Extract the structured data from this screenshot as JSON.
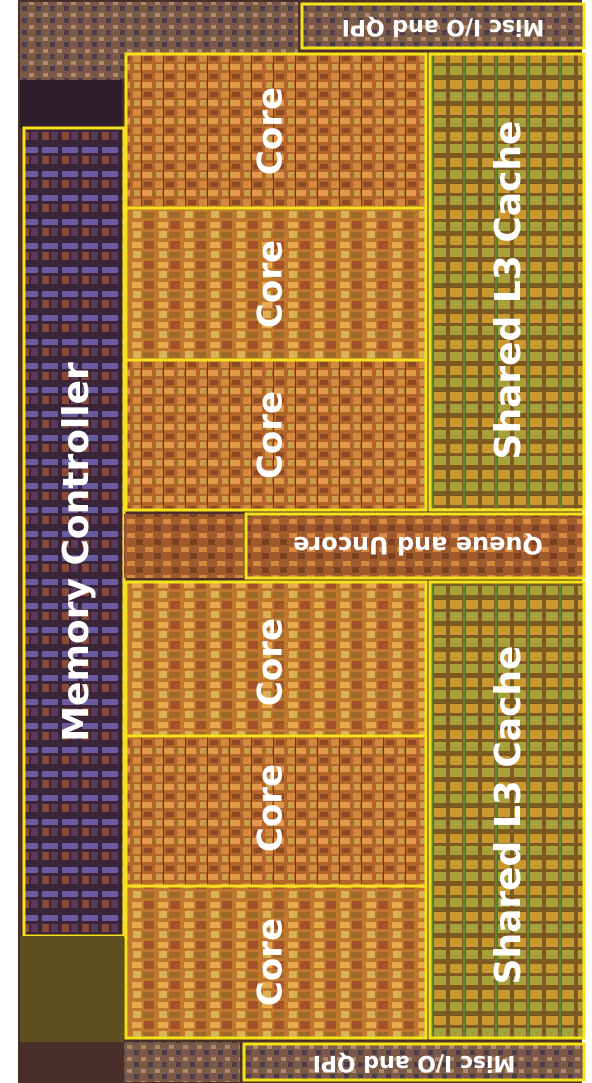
{
  "colors": {
    "boundary": "#f5e21b",
    "label": "#ffffff",
    "core_base": "#b56a2e",
    "cache_base": "#8a6a26",
    "memory_base": "#3d2a45",
    "queue_base": "#9c5a2a",
    "misc_base": "#6a4a3a"
  },
  "regions": {
    "misc_top": "Misc I/O and QPI",
    "misc_bottom": "Misc I/O and QPI",
    "memory": "Memory Controller",
    "queue": "Queue and Uncore",
    "cache_top": "Shared L3 Cache",
    "cache_bottom": "Shared L3 Cache",
    "cores": [
      "Core",
      "Core",
      "Core",
      "Core",
      "Core",
      "Core"
    ]
  }
}
